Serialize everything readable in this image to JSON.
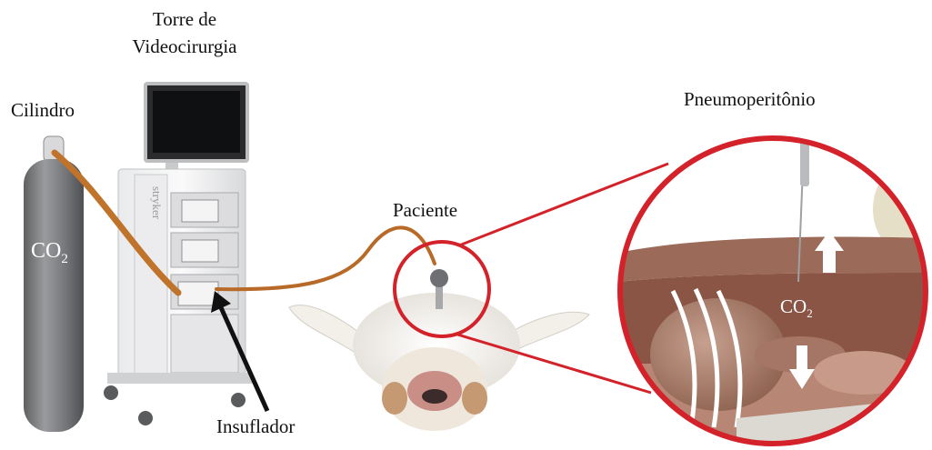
{
  "labels": {
    "tower_line1": "Torre de",
    "tower_line2": "Videocirurgia",
    "cylinder": "Cilindro",
    "patient": "Paciente",
    "pneumo": "Pneumoperitônio",
    "insufflator": "Insuflador"
  },
  "gas": {
    "cylinder_co2_base": "CO",
    "cylinder_co2_sub": "2",
    "zoom_co2_base": "CO",
    "zoom_co2_sub": "2"
  },
  "brand": "stryker",
  "colors": {
    "tube": "#c0732a",
    "zoom_ring": "#d3222a",
    "cylinder": "#7a7b7d",
    "arrow": "#111111"
  }
}
